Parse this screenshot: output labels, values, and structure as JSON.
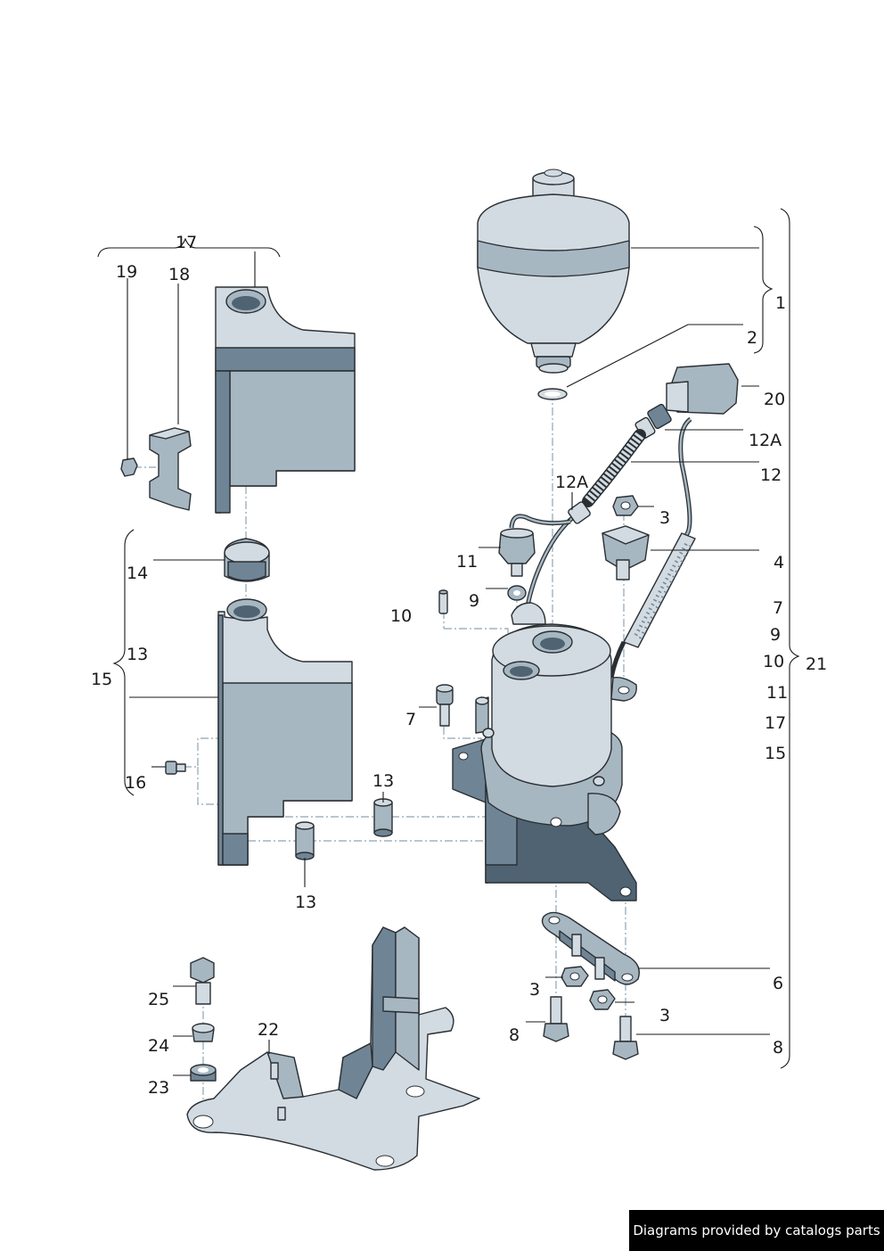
{
  "credit": "Diagrams provided by catalogs parts",
  "callouts": {
    "n1": "1",
    "n2": "2",
    "n3a": "3",
    "n3b": "3",
    "n3c": "3",
    "n4": "4",
    "n6": "6",
    "n7": "7",
    "n8a": "8",
    "n8b": "8",
    "n9": "9",
    "n10": "10",
    "n11": "11",
    "n12": "12",
    "n12a": "12A",
    "n12a2": "12A",
    "n13a": "13",
    "n13b": "13",
    "n13c": "13",
    "n14": "14",
    "n15": "15",
    "n16": "16",
    "n17": "17",
    "n18": "18",
    "n19": "19",
    "n20": "20",
    "n21": "21",
    "n22": "22",
    "n23": "23",
    "n24": "24",
    "n25": "25"
  },
  "group21": [
    "7",
    "9",
    "10",
    "11",
    "17",
    "15"
  ]
}
